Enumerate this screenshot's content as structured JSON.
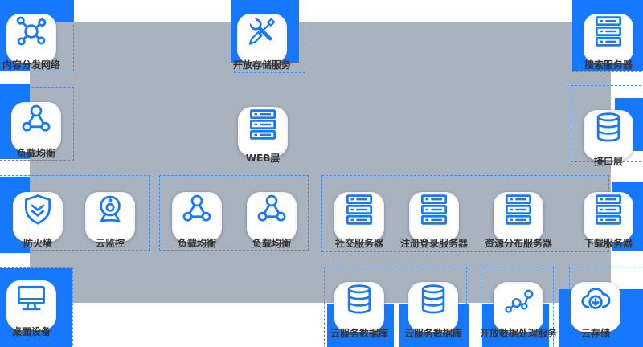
{
  "diagram": {
    "nodes": [
      {
        "id": "cdn",
        "label": "内容分发网络",
        "icon": "network-nodes-icon"
      },
      {
        "id": "oss",
        "label": "开放存储服务",
        "icon": "tools-icon"
      },
      {
        "id": "search-server",
        "label": "搜索服务器",
        "icon": "server-icon"
      },
      {
        "id": "slb-left",
        "label": "负载均衡",
        "icon": "load-balancer-icon"
      },
      {
        "id": "web-layer",
        "label": "WEB层",
        "icon": "server-icon"
      },
      {
        "id": "api-layer",
        "label": "接口层",
        "icon": "database-icon"
      },
      {
        "id": "firewall",
        "label": "防火墙",
        "icon": "shield-icon"
      },
      {
        "id": "cloud-monitor",
        "label": "云监控",
        "icon": "webcam-icon"
      },
      {
        "id": "slb-1",
        "label": "负载均衡",
        "icon": "load-balancer-icon"
      },
      {
        "id": "slb-2",
        "label": "负载均衡",
        "icon": "load-balancer-icon"
      },
      {
        "id": "social-server",
        "label": "社交服务器",
        "icon": "server-icon"
      },
      {
        "id": "login-server",
        "label": "注册登录服务器",
        "icon": "server-icon"
      },
      {
        "id": "resource-server",
        "label": "资源分布服务器",
        "icon": "server-icon"
      },
      {
        "id": "download-server",
        "label": "下载服务器",
        "icon": "server-icon"
      },
      {
        "id": "desktop",
        "label": "桌面设备",
        "icon": "monitor-icon"
      },
      {
        "id": "cloud-db-1",
        "label": "云服务数据库",
        "icon": "database-icon"
      },
      {
        "id": "cloud-db-2",
        "label": "云服务数据库",
        "icon": "database-icon"
      },
      {
        "id": "odps",
        "label": "开放数据处理服务",
        "icon": "data-processing-icon"
      },
      {
        "id": "cloud-storage",
        "label": "云存储",
        "icon": "cloud-download-icon"
      }
    ],
    "colors": {
      "accent_blue": "#1678ff",
      "canvas_gray": "#a9b2bf",
      "selection_dashed": "#3d8df5",
      "label_text": "#333333",
      "card_background": "#ffffff"
    }
  }
}
